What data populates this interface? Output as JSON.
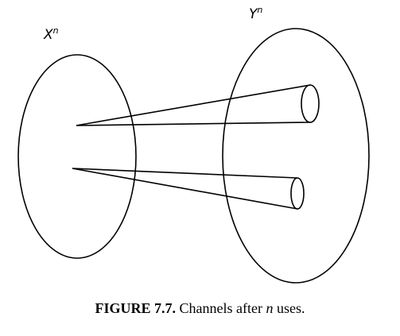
{
  "diagram": {
    "input_set": {
      "symbol": "X",
      "exponent": "n"
    },
    "output_set": {
      "symbol": "Y",
      "exponent": "n"
    }
  },
  "caption": {
    "label": "FIGURE 7.7.",
    "text_before": "Channels after",
    "variable": "n",
    "text_after": "uses."
  }
}
